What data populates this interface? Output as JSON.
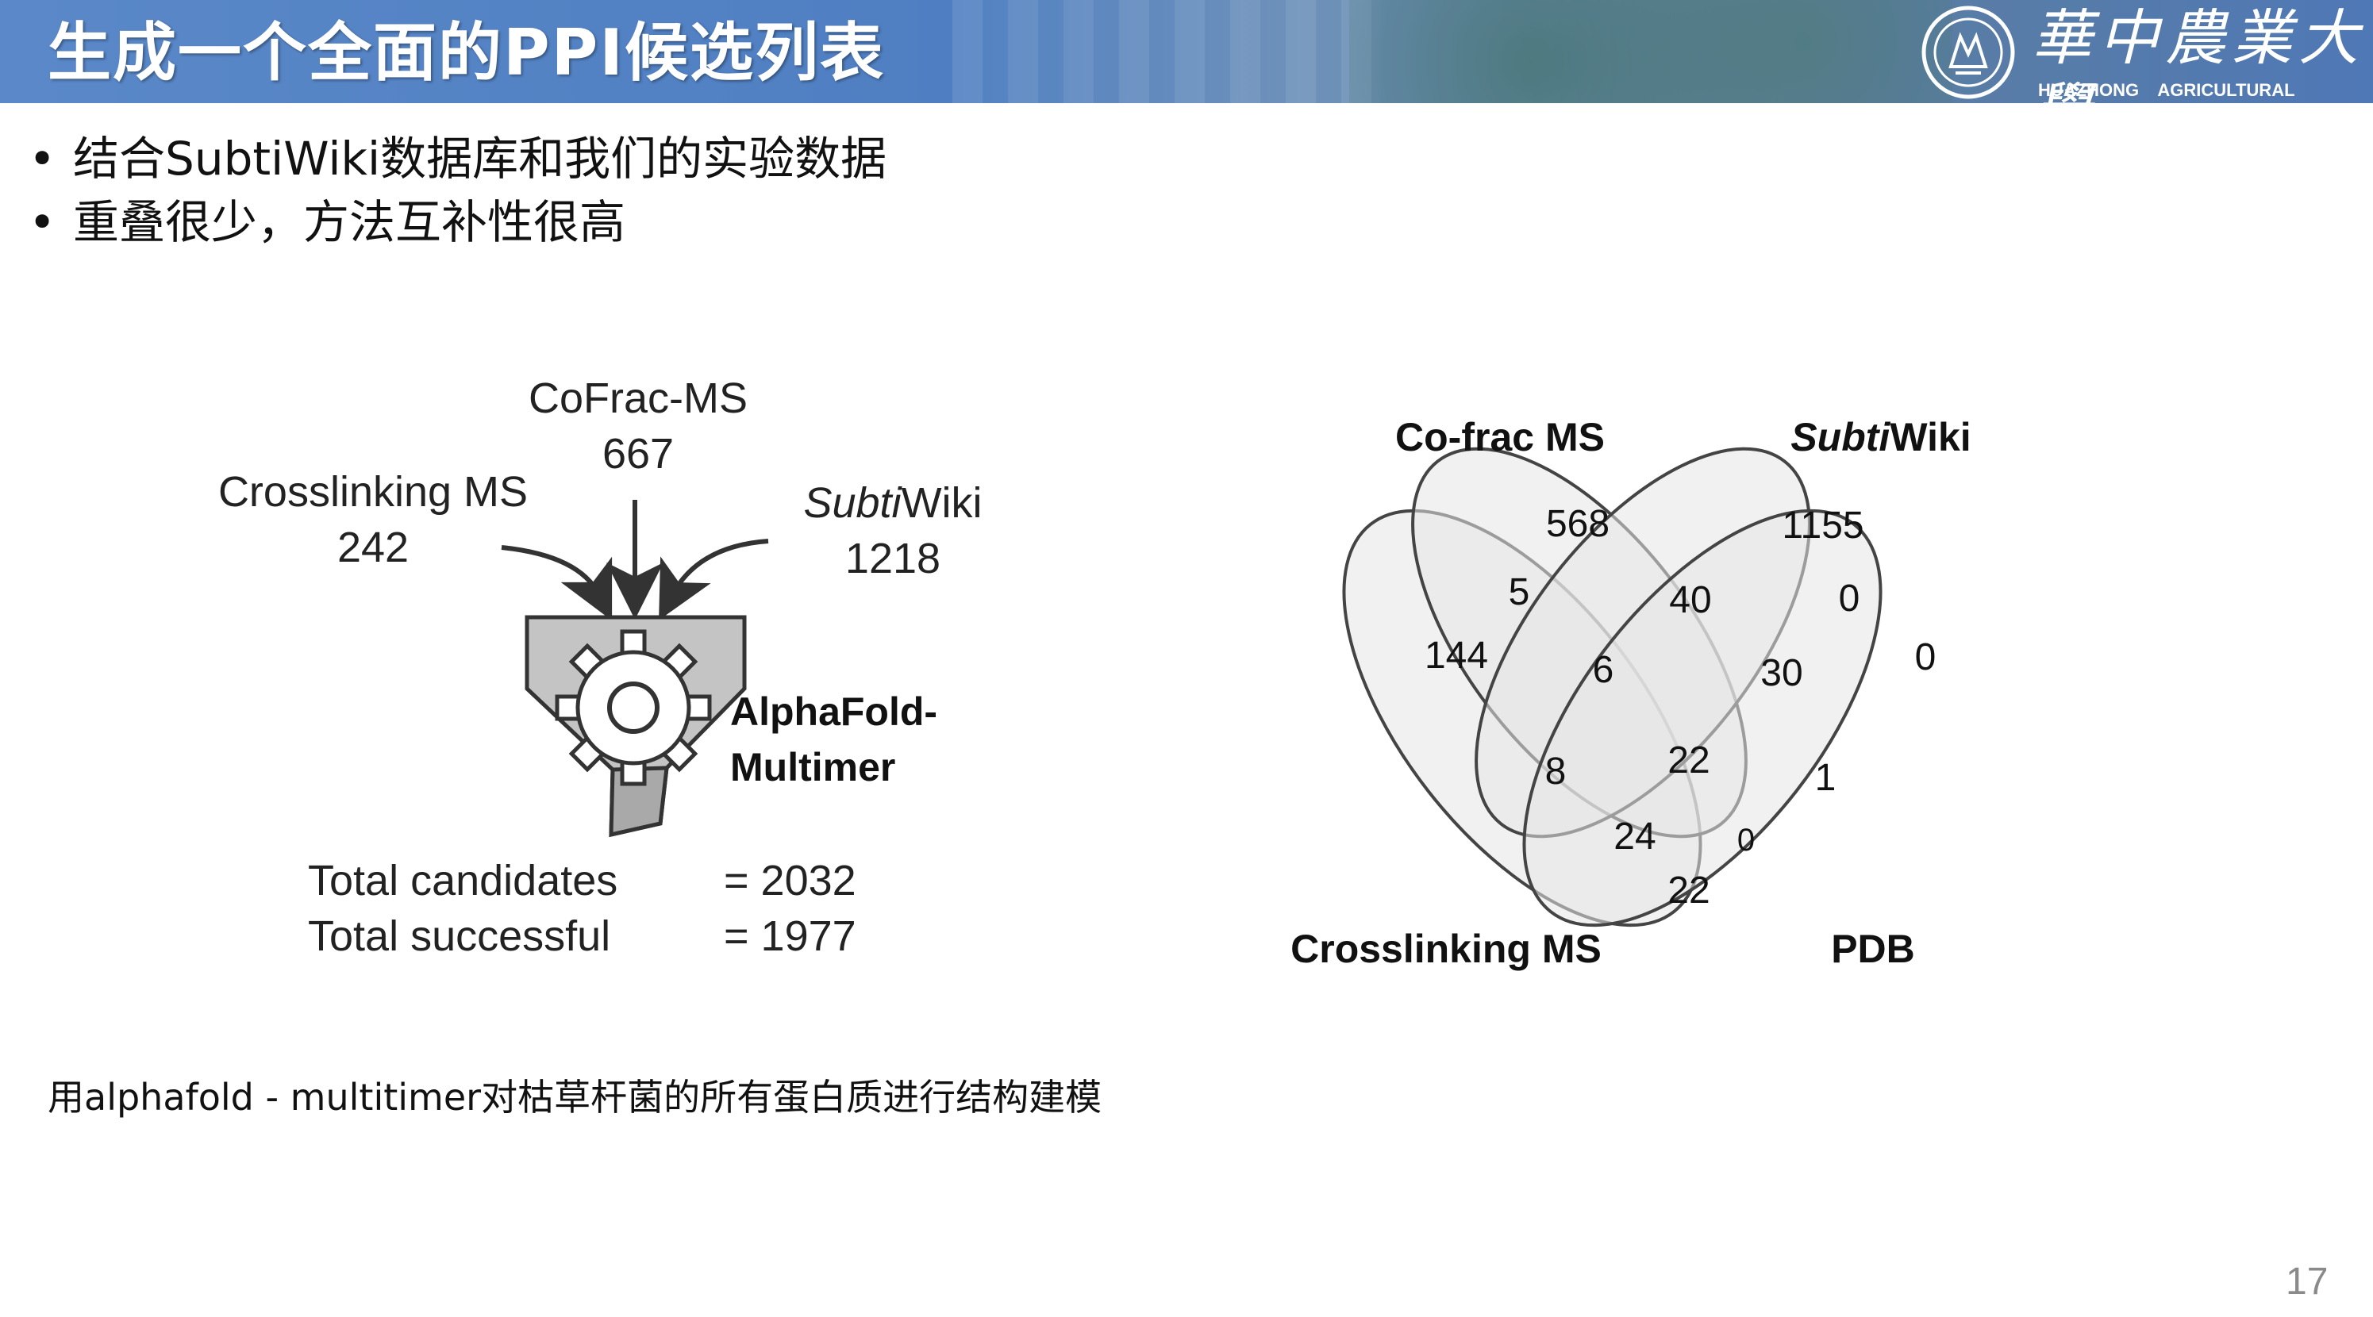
{
  "slide": {
    "title": "生成一个全面的PPI候选列表",
    "university": {
      "name_cn": "華中農業大學",
      "name_en": "HUAZHONG AGRICULTURAL UNIVERSITY"
    },
    "bullets": [
      "结合SubtiWiki数据库和我们的实验数据",
      "重叠很少，方法互补性很高"
    ],
    "caption": "用alphafold - multitimer对枯草杆菌的所有蛋白质进行结构建模",
    "page_number": "17"
  },
  "pipeline": {
    "inputs": [
      {
        "name": "Crosslinking MS",
        "count": "242"
      },
      {
        "name": "CoFrac-MS",
        "count": "667"
      },
      {
        "name_italic": "Subti",
        "name_rest": "Wiki",
        "count": "1218"
      }
    ],
    "model_line1": "AlphaFold-",
    "model_line2": "Multimer",
    "totals": [
      {
        "label": "Total candidates",
        "value": "= 2032"
      },
      {
        "label": "Total successful",
        "value": "= 1977"
      }
    ]
  },
  "venn": {
    "labels": {
      "cofrac": "Co-frac MS",
      "subtiwiki_italic": "Subti",
      "subtiwiki_rest": "Wiki",
      "crosslinking": "Crosslinking MS",
      "pdb": "PDB"
    },
    "regions": {
      "cofrac_only": "568",
      "subtiwiki_only": "1155",
      "crosslinking_only": "144",
      "pdb_only": "0",
      "cofrac_subtiwiki": "40",
      "cofrac_crosslinking": "5",
      "subtiwiki_pdb": "0",
      "crosslinking_pdb": "22",
      "cofrac_subtiwiki_crosslinking": "6",
      "cofrac_subtiwiki_pdb": "30",
      "cofrac_crosslinking_pdb": "8",
      "subtiwiki_crosslinking_pdb": "1",
      "all_four": "22",
      "cofrac_pdb": "24",
      "subtiwiki_crosslinking": "0"
    }
  },
  "colors": {
    "header_blue": "#4f7fc2",
    "venn_fill": "#e6e6e6",
    "funnel_gray": "#c4c4c4"
  }
}
